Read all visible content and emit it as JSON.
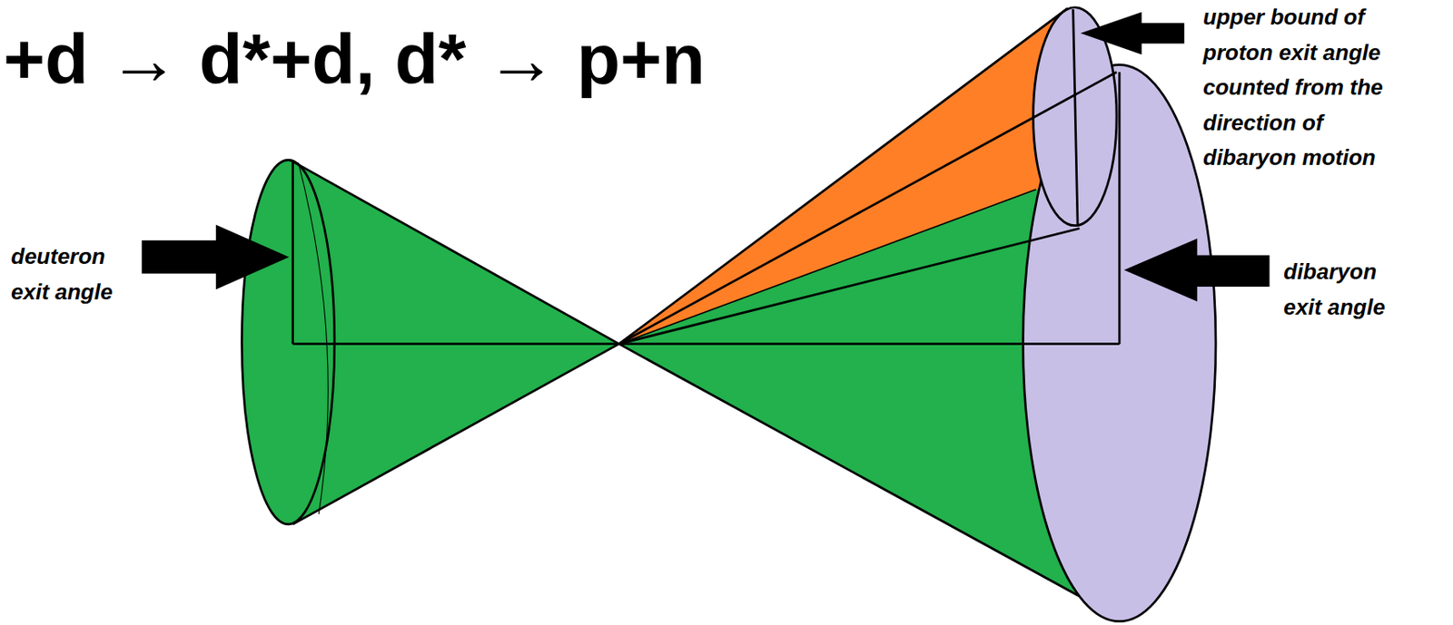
{
  "diagram": {
    "title": "+d → d*+d, d* → p+n",
    "labels": [
      "deuteron exit angle",
      "upper bound of proton exit angle counted from the direction of dibaryon motion",
      "dibaryon exit angle"
    ]
  }
}
